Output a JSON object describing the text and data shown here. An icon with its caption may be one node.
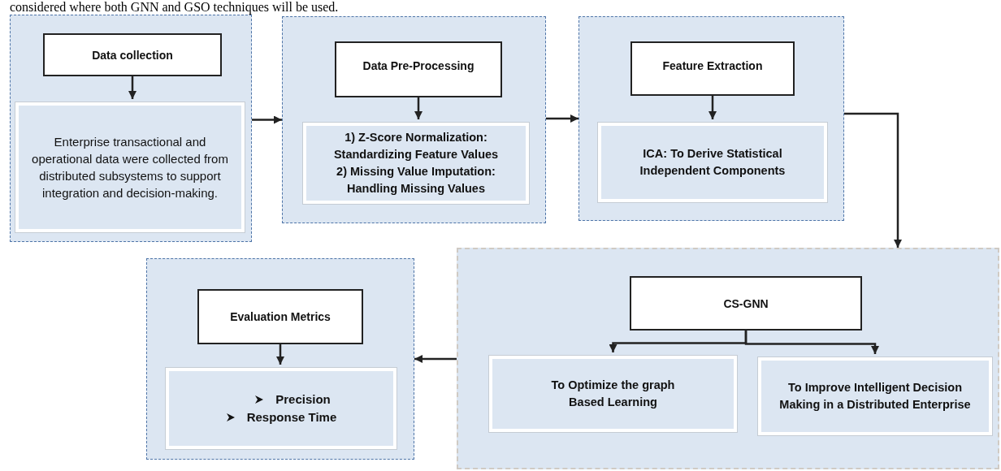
{
  "diagram": {
    "nodes": [
      {
        "text": [],
        "shape": "box"
      },
      {
        "text": [
          "Data collection"
        ],
        "in": 0
      },
      {
        "text": [
          "Enterprise transactional and operational data were collected from distributed subsystems to support integration and decision-making."
        ],
        "in": 0
      },
      {
        "text": [],
        "shape": "box"
      },
      {
        "text": [
          "Data Pre-Processing"
        ],
        "in": 3
      },
      {
        "text": [
          "1) Z-Score Normalization: Standardizing Feature Values",
          "2) Missing Value Imputation: Handling Missing Values"
        ],
        "in": 3
      },
      {
        "text": [],
        "shape": "box"
      },
      {
        "text": [
          "Feature Extraction"
        ],
        "in": 6
      },
      {
        "text": [
          "ICA: To Derive Statistical Independent Components"
        ],
        "in": 6
      },
      {
        "text": [],
        "shape": "box"
      },
      {
        "text": [
          "CS-GNN"
        ],
        "in": 9
      },
      {
        "text": [
          "To Optimize the graph Based Learning"
        ],
        "in": 9
      },
      {
        "text": [
          "To Improve Intelligent Decision Making in a Distributed Enterprise"
        ],
        "in": 9
      },
      {
        "text": [],
        "shape": "box"
      },
      {
        "text": [
          "Evaluation Metrics"
        ],
        "in": 13
      },
      {
        "text": [
          "Precision",
          "Response Time"
        ],
        "in": 13
      }
    ],
    "edges": [
      {
        "from": 1,
        "to": 2,
        "arrow": "to"
      },
      {
        "from": 4,
        "to": 5,
        "arrow": "to"
      },
      {
        "from": 7,
        "to": 8,
        "arrow": "to"
      },
      {
        "from": 10,
        "to": 11,
        "arrow": "to"
      },
      {
        "from": 10,
        "to": 12,
        "arrow": "to"
      },
      {
        "from": 14,
        "to": 15,
        "arrow": "to"
      },
      {
        "from": 0,
        "to": 3,
        "arrow": "to"
      },
      {
        "from": 3,
        "to": 6,
        "arrow": "to"
      },
      {
        "from": 6,
        "to": 9,
        "arrow": "to"
      },
      {
        "from": 9,
        "to": 13,
        "arrow": "to"
      }
    ],
    "labels": [
      "considered where both GNN and GSO techniques will be used."
    ]
  }
}
